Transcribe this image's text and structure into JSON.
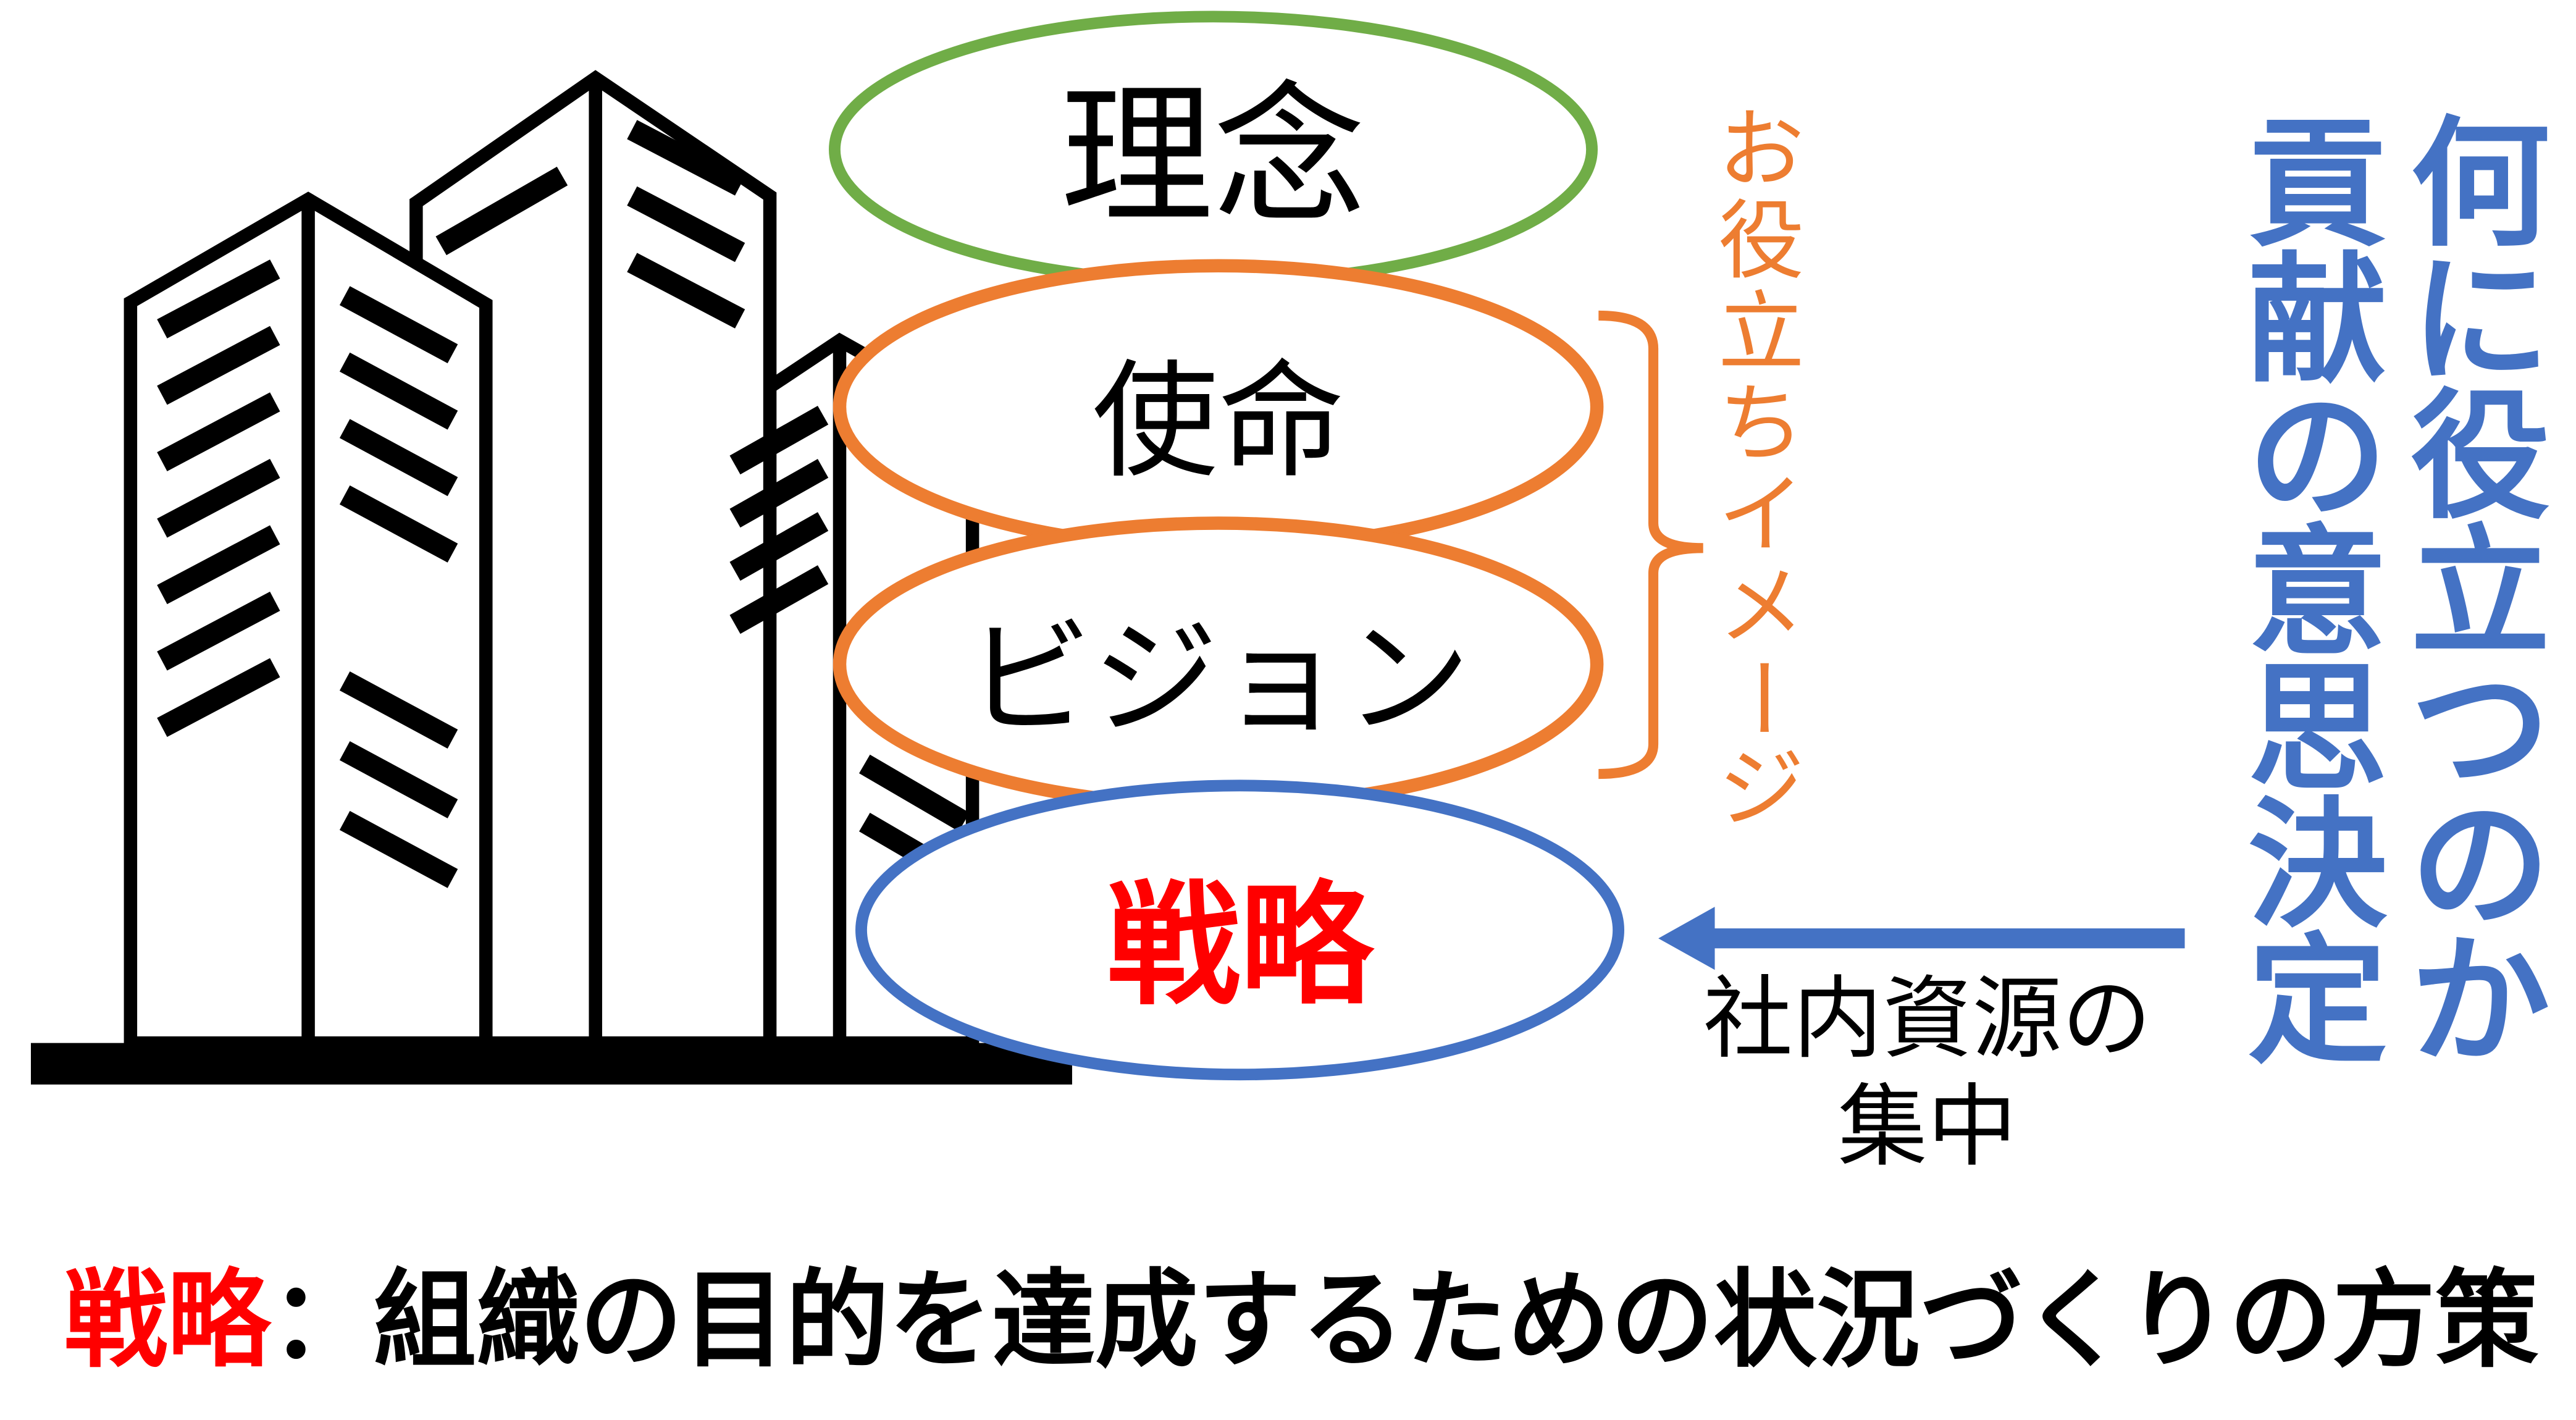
{
  "ellipses": {
    "philosophy": "理念",
    "mission": "使命",
    "vision": "ビジョン",
    "strategy": "戦略"
  },
  "brace_label": [
    "お",
    "役",
    "立",
    "ち",
    "イ",
    "メ",
    "ー",
    "ジ"
  ],
  "right_column_1": [
    "何",
    "に",
    "役",
    "立",
    "つ",
    "の",
    "か"
  ],
  "right_column_2": [
    "貢",
    "献",
    "の",
    "意",
    "思",
    "決",
    "定"
  ],
  "arrow_label": {
    "line1": "社内資源の",
    "line2": "集中"
  },
  "definition": {
    "term": "戦略",
    "text": "：組織の目的を達成するための状況づくりの方策"
  },
  "colors": {
    "green": "#70AD47",
    "orange": "#ED7D31",
    "blue": "#4472C4",
    "red": "#FF0000"
  }
}
